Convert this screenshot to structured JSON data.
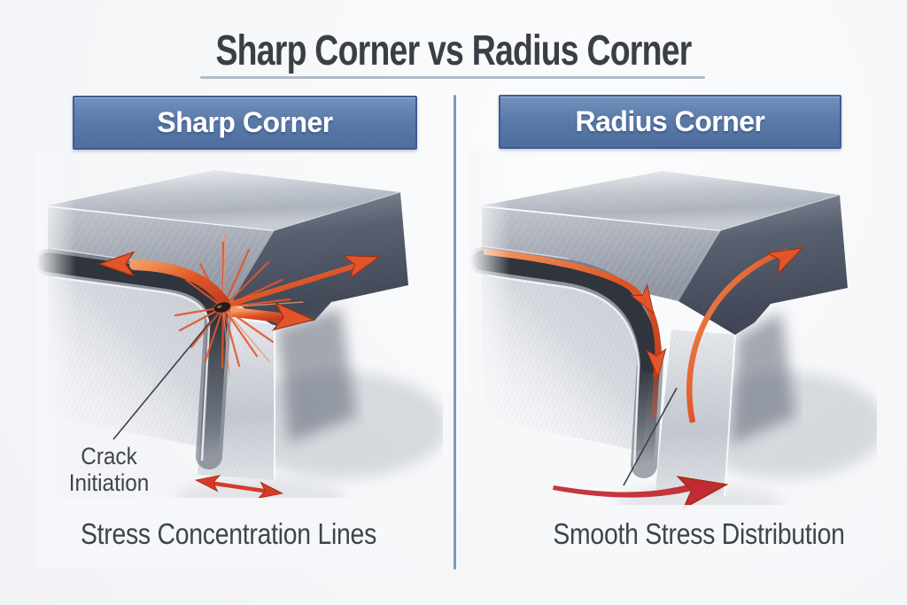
{
  "title": {
    "text": "Sharp Corner vs Radius Corner"
  },
  "panels": {
    "left": {
      "header": "Sharp Corner",
      "crack_label_line1": "Crack",
      "crack_label_line2": "Initiation",
      "caption": "Stress Concentration Lines"
    },
    "right": {
      "header": "Radius Corner",
      "caption": "Smooth Stress Distribution"
    }
  },
  "colors": {
    "background": "#f6f7f9",
    "title_text": "#3a3f46",
    "title_underline": "#b0bbc9",
    "banner_fill_top": "#7492be",
    "banner_fill_bottom": "#4d6e9e",
    "banner_border": "#3d5c92",
    "banner_text": "#ffffff",
    "divider": "#7b99bd",
    "caption_text": "#3f444b",
    "label_text": "#3f444b",
    "metal_light": "#cdd1d8",
    "metal_dark": "#4d5462",
    "groove_dark": "#2f343d",
    "arrow_orange": "#e2552b",
    "arrow_red": "#c22b33"
  }
}
